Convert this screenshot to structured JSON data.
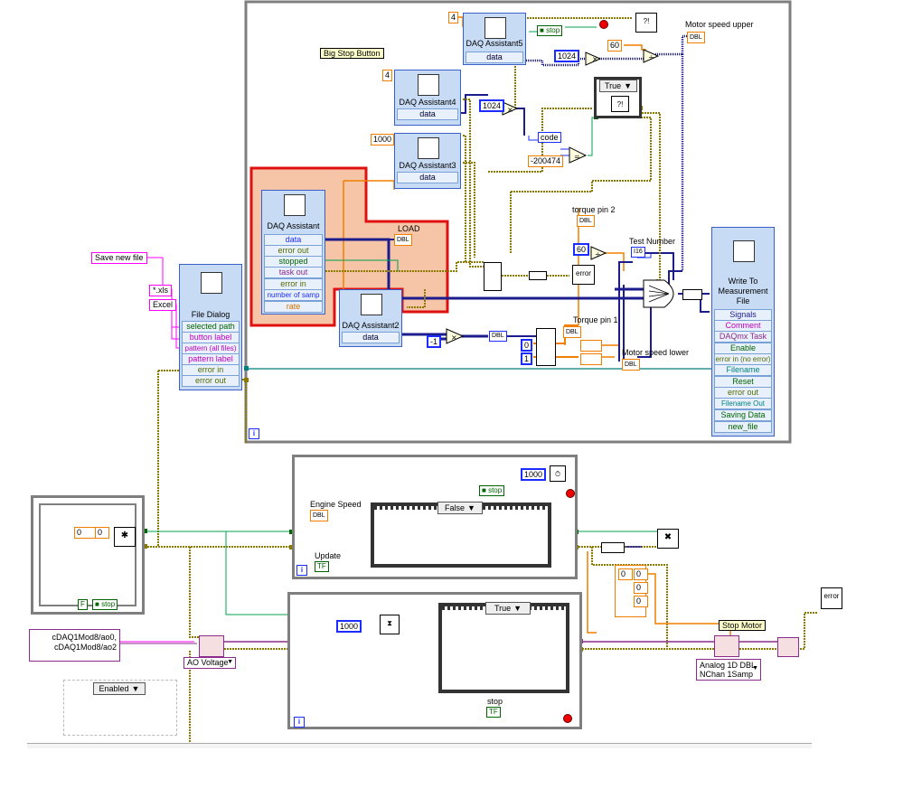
{
  "labels": {
    "big_stop": "Big Stop Button",
    "motor_upper": "Motor speed upper",
    "motor_lower": "Motor speed lower",
    "torque2": "torque pin 2",
    "torque1": "Torque pin 1",
    "test_number": "Test Number",
    "load": "LOAD",
    "engine_speed": "Engine Speed",
    "update": "Update",
    "stop_label": "stop",
    "stop_motor": "Stop Motor"
  },
  "express_vis": {
    "daq5": {
      "title": "DAQ Assistant5",
      "rows": [
        "data"
      ]
    },
    "daq4": {
      "title": "DAQ Assistant4",
      "rows": [
        "data"
      ]
    },
    "daq3": {
      "title": "DAQ Assistant3",
      "rows": [
        "data"
      ]
    },
    "daq": {
      "title": "DAQ Assistant",
      "rows": [
        "data",
        "error out",
        "stopped",
        "task out",
        "error in",
        "number of samp",
        "rate"
      ]
    },
    "daq2": {
      "title": "DAQ Assistant2",
      "rows": [
        "data"
      ]
    },
    "file_dialog": {
      "title": "File Dialog",
      "rows": [
        "selected path",
        "button label",
        "pattern (all files)",
        "pattern label",
        "error in",
        "error out"
      ]
    },
    "write_meas": {
      "title_line1": "Write To",
      "title_line2": "Measurement",
      "title_line3": "File",
      "rows": [
        "Signals",
        "Comment",
        "DAQmx Task",
        "Enable",
        "error in (no error)",
        "Filename",
        "Reset",
        "error out",
        "Filename Out",
        "Saving Data",
        "new_file"
      ]
    }
  },
  "constants": {
    "c4a": "4",
    "c4b": "4",
    "c1000a": "1000",
    "c1024a": "1024",
    "c1024b": "1024",
    "c60a": "60",
    "c60b": "60",
    "c_neg200474": "-200474",
    "c_code": "code",
    "c_neg1": "-1",
    "c0": "0",
    "c1": "1",
    "c1000b": "1000",
    "c1000c": "1000",
    "c_array0a": "0",
    "c_array0b": "0",
    "save_new_file": "Save new file",
    "xls": "*.xls",
    "excel": "Excel",
    "true_case": "True",
    "true_case2": "True",
    "false_case": "False",
    "enabled": "Enabled",
    "ao_voltage": "AO Voltage",
    "channels_line1": "cDAQ1Mod8/ao0,",
    "channels_line2": "cDAQ1Mod8/ao2",
    "analog1d_line1": "Analog 1D DBL",
    "analog1d_line2": "NChan 1Samp",
    "stop_ref": "stop",
    "stop_ref2": "stop",
    "stop_ref3": "stop",
    "dbl": "DBL",
    "tf": "TF",
    "i16": "I16",
    "f": "F",
    "array_vals": [
      "0",
      "0",
      "0",
      "0"
    ]
  },
  "colors": {
    "orange": "#f07f00",
    "blue": "#1a2cff",
    "pink": "#ff00ff",
    "olive": "#8a7a00",
    "green": "#00a050",
    "purple": "#8b2b8b",
    "navy": "#1c1c8c",
    "load_fill": "#f6c4a7",
    "highlight_red": "#e01010"
  }
}
